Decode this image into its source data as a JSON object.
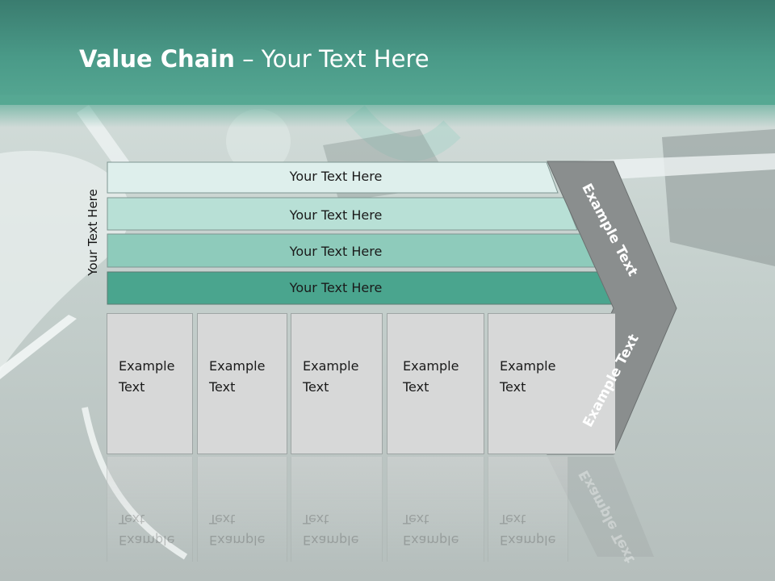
{
  "slide": {
    "title_bold": "Value Chain",
    "title_rest": " – Your Text Here",
    "side_label": "Your Text Here",
    "rows": [
      "Your Text Here",
      "Your Text Here",
      "Your Text Here",
      "Your Text Here"
    ],
    "columns": [
      {
        "line1": "Example",
        "line2": "Text"
      },
      {
        "line1": "Example",
        "line2": "Text"
      },
      {
        "line1": "Example",
        "line2": "Text"
      },
      {
        "line1": "Example",
        "line2": "Text"
      },
      {
        "line1": "Example",
        "line2": "Text"
      }
    ],
    "chevron_top": "Example Text",
    "chevron_bottom": "Example Text"
  },
  "colors": {
    "title_band": "#4a9a88",
    "row1": "#deefec",
    "row2": "#b8e0d6",
    "row3": "#8ecbbb",
    "row4": "#4aa58e",
    "chevron": "#8a8e8e",
    "column": "#d7d8d8"
  }
}
